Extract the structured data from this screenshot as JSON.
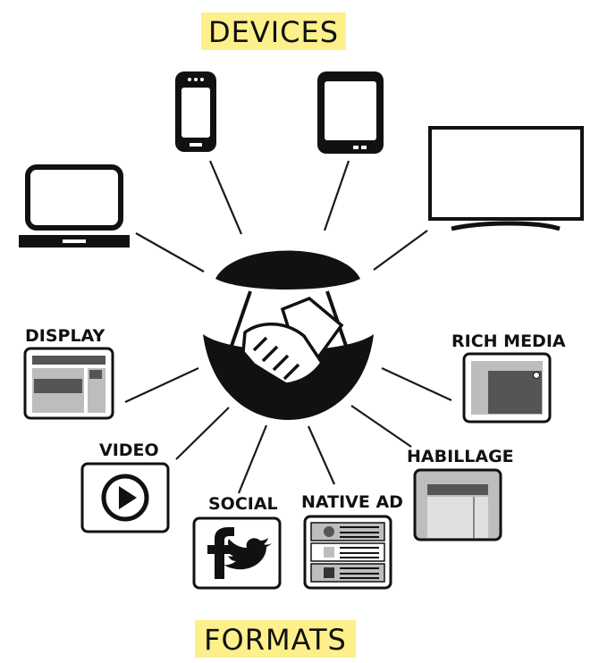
{
  "headings": {
    "devices": "DEVICES",
    "formats": "FORMATS"
  },
  "devices": [
    {
      "id": "laptop",
      "icon": "laptop-icon"
    },
    {
      "id": "smartphone",
      "icon": "smartphone-icon"
    },
    {
      "id": "tablet",
      "icon": "tablet-icon"
    },
    {
      "id": "tv",
      "icon": "tv-icon"
    }
  ],
  "formats": {
    "display": "DISPLAY",
    "video": "VIDEO",
    "social": "SOCIAL",
    "native_ad": "NATIVE AD",
    "habillage": "HABILLAGE",
    "rich_media": "RICH MEDIA"
  },
  "center": {
    "icon": "handshake-icon"
  },
  "colors": {
    "highlight": "#fdf08a",
    "ink": "#111111",
    "panel_grey": "#bdbdbd",
    "panel_dark": "#555555"
  }
}
